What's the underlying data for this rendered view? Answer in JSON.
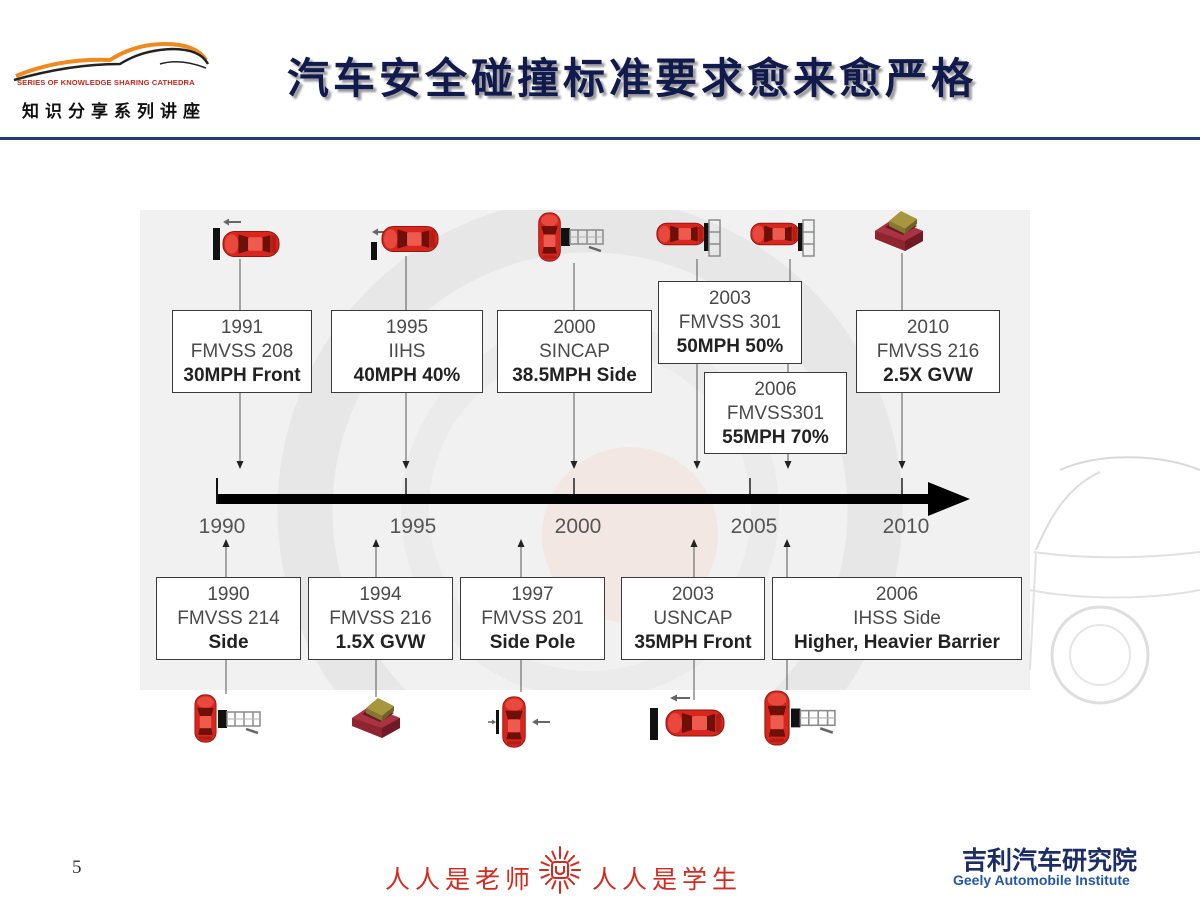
{
  "header": {
    "logo_icon": "car-silhouette-logo-icon",
    "logo_tagline": "SERIES OF KNOWLEDGE SHARING CATHEDRA",
    "logo_caption": "知识分享系列讲座",
    "title": "汽车安全碰撞标准要求愈来愈严格"
  },
  "timeline": {
    "axis_years": [
      "1990",
      "1995",
      "2000",
      "2005",
      "2010"
    ],
    "above_axis": [
      {
        "year": "1991",
        "standard": "FMVSS 208",
        "requirement": "30MPH Front",
        "icon": "frontal-barrier-crash-icon"
      },
      {
        "year": "1995",
        "standard": "IIHS",
        "requirement": "40MPH 40%",
        "icon": "offset-frontal-crash-icon"
      },
      {
        "year": "2000",
        "standard": "SINCAP",
        "requirement": "38.5MPH Side",
        "icon": "side-impact-crash-icon"
      },
      {
        "year": "2003",
        "standard": "FMVSS 301",
        "requirement": "50MPH 50%",
        "icon": "rear-impact-crash-icon"
      },
      {
        "year": "2006",
        "standard": "FMVSS301",
        "requirement": "55MPH 70%",
        "icon": "rear-impact-crash-icon"
      },
      {
        "year": "2010",
        "standard": "FMVSS 216",
        "requirement": "2.5X GVW",
        "icon": "roof-crush-test-icon"
      }
    ],
    "below_axis": [
      {
        "year": "1990",
        "standard": "FMVSS 214",
        "requirement": "Side",
        "icon": "side-impact-crash-icon"
      },
      {
        "year": "1994",
        "standard": "FMVSS 216",
        "requirement": "1.5X GVW",
        "icon": "roof-crush-test-icon"
      },
      {
        "year": "1997",
        "standard": "FMVSS 201",
        "requirement": "Side Pole",
        "icon": "side-pole-impact-icon"
      },
      {
        "year": "2003",
        "standard": "USNCAP",
        "requirement": "35MPH Front",
        "icon": "frontal-barrier-crash-icon"
      },
      {
        "year": "2006",
        "standard": "IHSS Side",
        "requirement": "Higher, Heavier Barrier",
        "icon": "side-impact-crash-icon"
      }
    ]
  },
  "footer": {
    "page_number": "5",
    "motto_left": "人人是老师",
    "motto_icon": "radiant-lamp-emblem-icon",
    "motto_right": "人人是学生",
    "org_name_cn": "吉利汽车研究院",
    "org_name_en": "Geely Automobile Institute"
  },
  "colors": {
    "header_rule": "#1f3c74",
    "title": "#111a4d",
    "logo_tagline": "#c8281e",
    "crash_car": "#d9261c",
    "timeline_axis": "#000000",
    "motto": "#d42a1e",
    "org_name_cn": "#1c2c66",
    "org_name_en": "#2456a8"
  }
}
